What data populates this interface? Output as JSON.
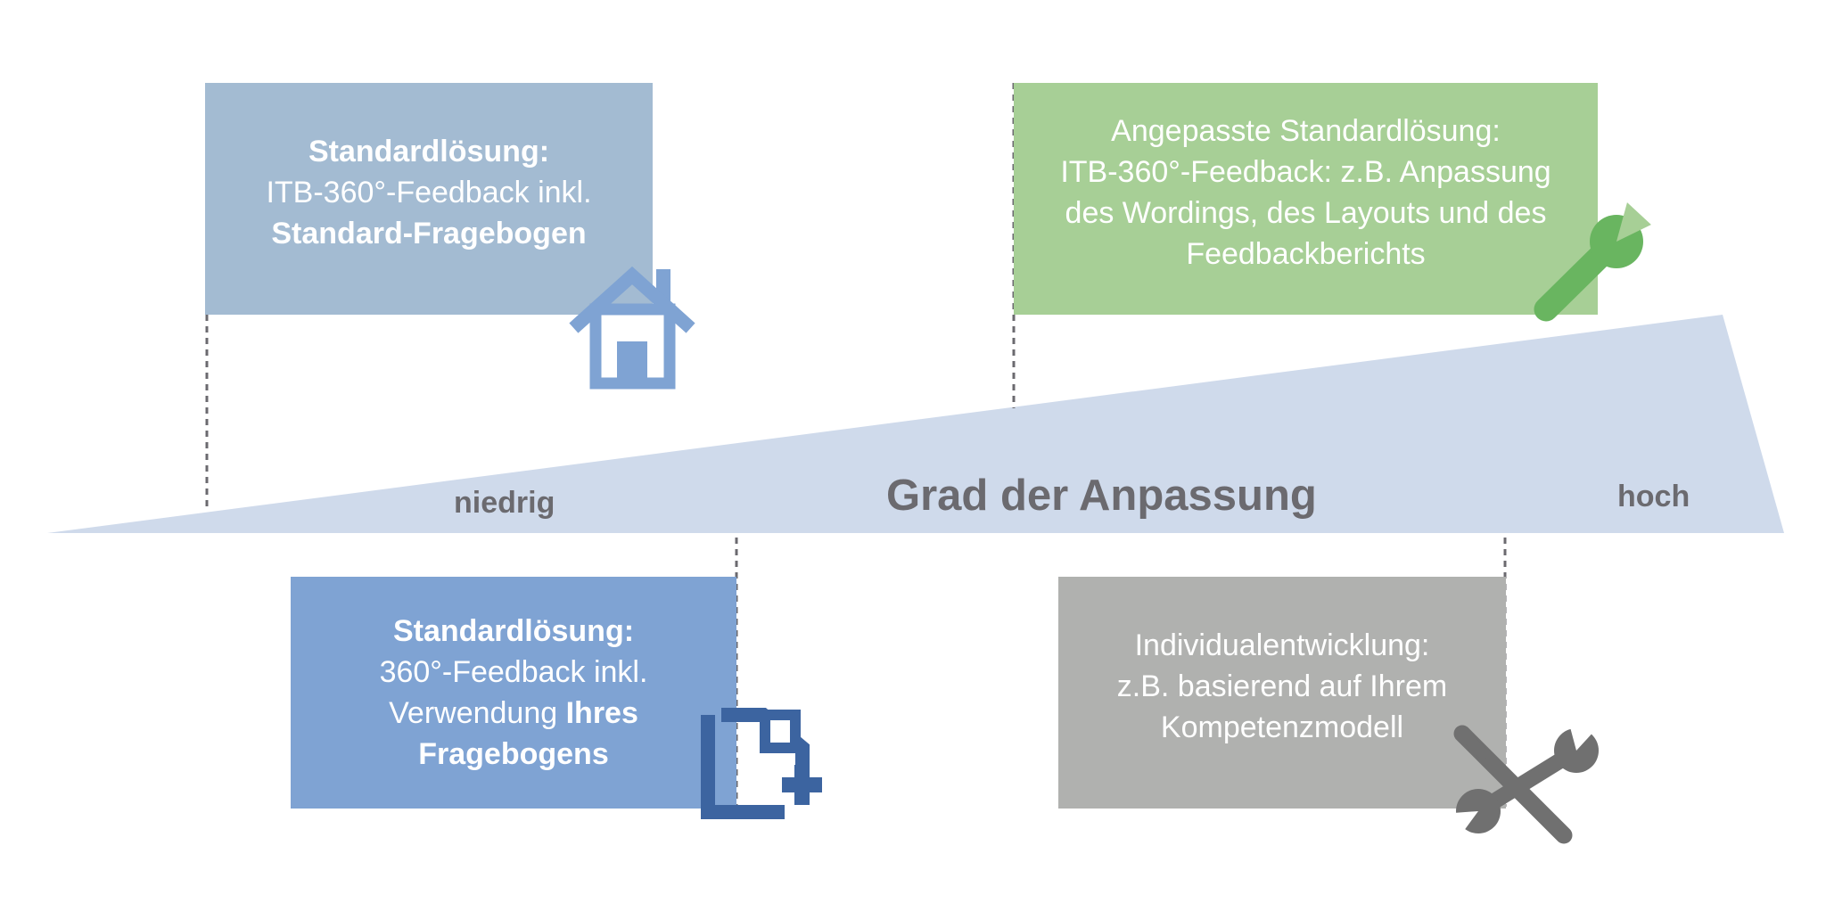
{
  "colors": {
    "wedge": "#cfdaeb",
    "guide_line": "#6b6a6f",
    "box_standard_fixed": "#a3bbd2",
    "box_adapted": "#a7cf96",
    "box_standard_own": "#7fa3d3",
    "box_individual": "#b0b1af",
    "icon_house": "#7fa3d3",
    "icon_wrench": "#69b560",
    "icon_document": "#3c64a0",
    "icon_tools": "#707070",
    "label_text": "#6b6a6f"
  },
  "scale": {
    "title": "Grad der Anpassung",
    "low_label": "niedrig",
    "high_label": "hoch"
  },
  "options": [
    {
      "id": "standard-fixed",
      "icon": "house-icon",
      "line1": "Standardlösung:",
      "line2": "ITB-360°-Feedback inkl.",
      "line3": "Standard-Fragebogen"
    },
    {
      "id": "adapted-standard",
      "icon": "wrench-icon",
      "line1": "Angepasste Standardlösung:",
      "line2": "ITB-360°-Feedback: z.B. Anpassung",
      "line3": "des Wordings, des Layouts und des",
      "line4": "Feedbackberichts"
    },
    {
      "id": "standard-own-questionnaire",
      "icon": "add-document-icon",
      "line1": "Standardlösung:",
      "line2": "360°-Feedback inkl.",
      "line3_regular": "Verwendung ",
      "line3_bold": "Ihres",
      "line4": "Fragebogens"
    },
    {
      "id": "individual-development",
      "icon": "tools-icon",
      "line1": "Individualentwicklung:",
      "line2": "z.B. basierend auf Ihrem",
      "line3": "Kompetenzmodell"
    }
  ]
}
